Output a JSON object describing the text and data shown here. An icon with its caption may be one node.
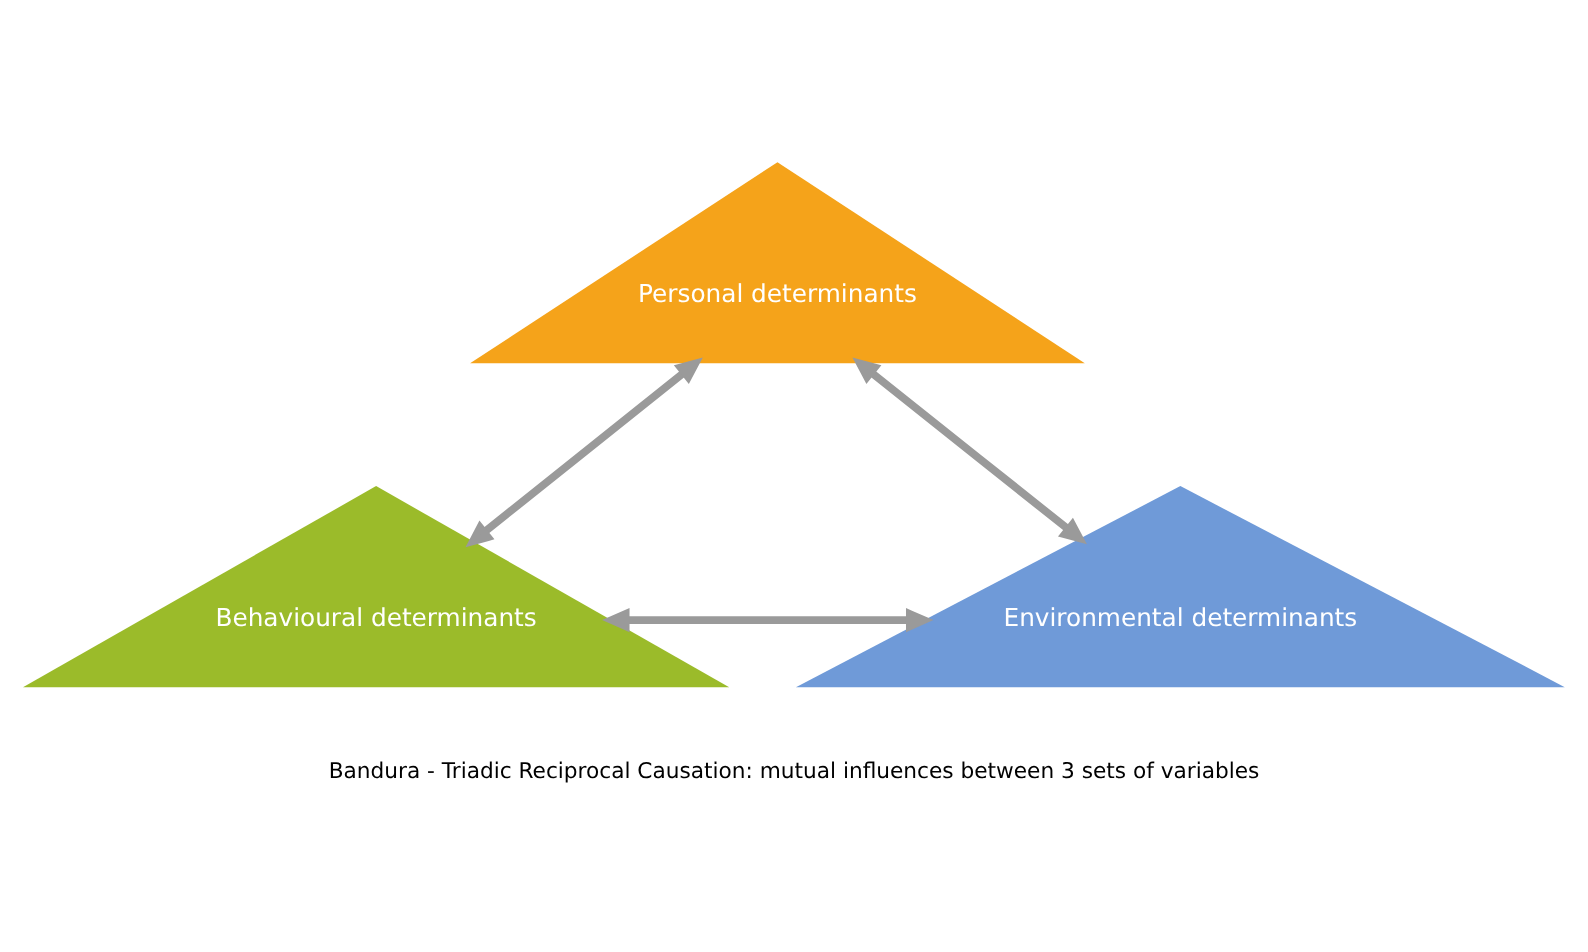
{
  "diagram": {
    "caption": "Bandura - Triadic Reciprocal Causation: mutual influences between 3 sets of variables",
    "nodes": [
      {
        "text": [
          "Personal determinants"
        ]
      },
      {
        "text": [
          "Behavioural determinants"
        ]
      },
      {
        "text": [
          "Environmental determinants"
        ]
      }
    ],
    "edges": [
      {
        "from": 0,
        "to": 1,
        "arrow": "both"
      },
      {
        "from": 0,
        "to": 2,
        "arrow": "both"
      },
      {
        "from": 1,
        "to": 2,
        "arrow": "both"
      }
    ]
  }
}
